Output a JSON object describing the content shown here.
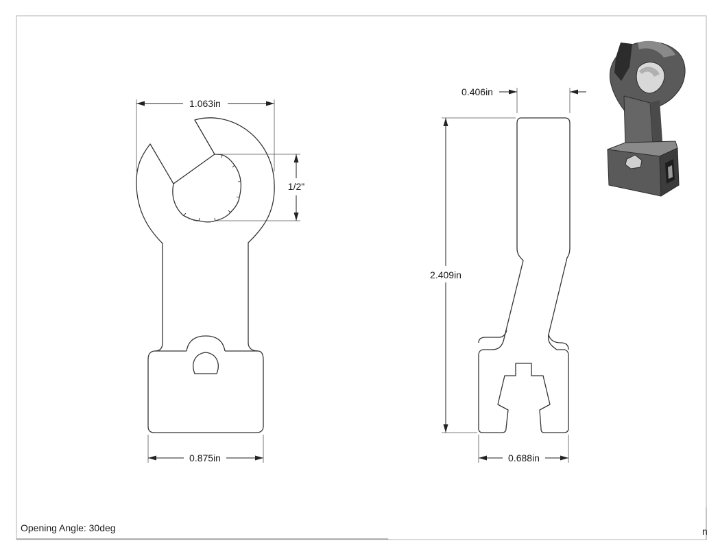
{
  "drawing": {
    "front_view": {
      "width_top": "1.063in",
      "opening": "1/2\"",
      "width_bottom": "0.875in"
    },
    "side_view": {
      "thickness": "0.406in",
      "height": "2.409in",
      "width_bottom": "0.688in"
    },
    "note": "Opening Angle: 30deg",
    "corner_mark": "n"
  },
  "colors": {
    "line": "#333333",
    "iso_body": "#5a5a5a",
    "iso_dark": "#2c2c2c",
    "iso_light": "#8a8a8a"
  }
}
